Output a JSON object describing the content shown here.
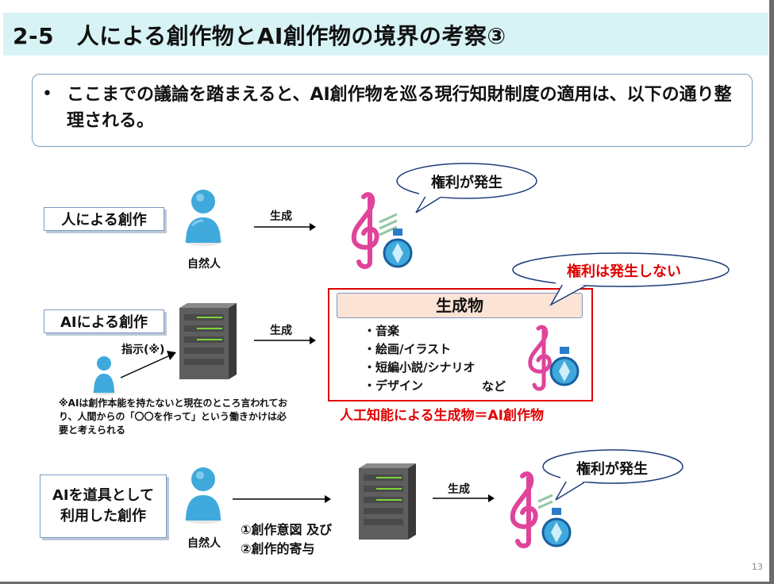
{
  "title": "2-5　人による創作物とAI創作物の境界の考察③",
  "bullet": {
    "symbol": "•",
    "text": "ここまでの議論を踏まえると、AI創作物を巡る現行知財制度の適用は、以下の通り整理される。"
  },
  "row1": {
    "label": "人による創作",
    "person_label": "自然人",
    "arrow_label": "生成",
    "bubble": "権利が発生"
  },
  "row2": {
    "label": "AIによる創作",
    "instruction": "指示(※)",
    "arrow_label": "生成",
    "note": "※AIは創作本能を持たないと現在のところ言われており、人間からの「〇〇を作って」という働きかけは必要と考えられる",
    "bubble": "権利は発生しない",
    "product_title": "生成物",
    "items": [
      "・音楽",
      "・絵画/イラスト",
      "・短編小説/シナリオ",
      "・デザイン"
    ],
    "items_suffix": "など",
    "caption": "人工知能による生成物＝AI創作物"
  },
  "row3": {
    "label_line1": "AIを道具として",
    "label_line2": "利用した創作",
    "person_label": "自然人",
    "contribution_1": "①創作意図 及び",
    "contribution_2": "②創作的寄与",
    "arrow_label": "生成",
    "bubble": "権利が発生"
  },
  "page_number": "13",
  "colors": {
    "title_band": "#d8f3f6",
    "box_border": "#7a9cc0",
    "red": "#e00000",
    "product_fill": "#fbe3d6",
    "person": "#3fa9dc",
    "music_note": "#e0449a"
  },
  "icons": [
    "person-icon",
    "server-icon",
    "music-note-icon",
    "potion-bottle-icon",
    "speech-bubble-icon"
  ]
}
